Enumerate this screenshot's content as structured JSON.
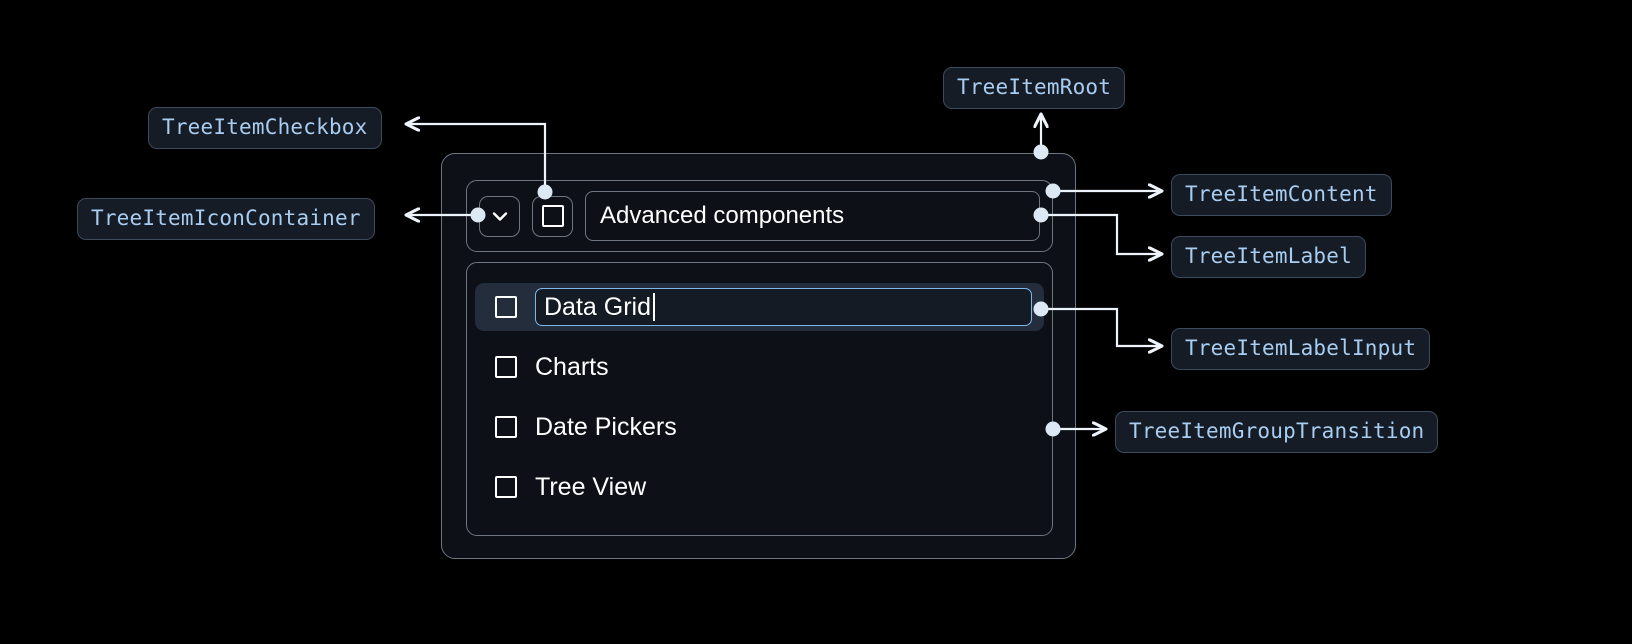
{
  "page": {
    "background": "#000000",
    "accent": "#a8cdf0",
    "border": "#6d7681",
    "selected_bg": "#232d3b",
    "input_border": "#7cb8e8"
  },
  "annotations": [
    {
      "id": "tree-item-checkbox",
      "text": "TreeItemCheckbox"
    },
    {
      "id": "tree-item-icon-container",
      "text": "TreeItemIconContainer"
    },
    {
      "id": "tree-item-root",
      "text": "TreeItemRoot"
    },
    {
      "id": "tree-item-content",
      "text": "TreeItemContent"
    },
    {
      "id": "tree-item-label",
      "text": "TreeItemLabel"
    },
    {
      "id": "tree-item-label-input",
      "text": "TreeItemLabelInput"
    },
    {
      "id": "tree-item-group-transition",
      "text": "TreeItemGroupTransition"
    }
  ],
  "tree": {
    "root": {
      "icon": "chevron-down-icon",
      "checkbox_checked": false,
      "label": "Advanced components"
    },
    "children": [
      {
        "label": "Data Grid",
        "checkbox_checked": false,
        "editing": true,
        "selected": true
      },
      {
        "label": "Charts",
        "checkbox_checked": false,
        "editing": false,
        "selected": false
      },
      {
        "label": "Date Pickers",
        "checkbox_checked": false,
        "editing": false,
        "selected": false
      },
      {
        "label": "Tree View",
        "checkbox_checked": false,
        "editing": false,
        "selected": false
      }
    ]
  }
}
